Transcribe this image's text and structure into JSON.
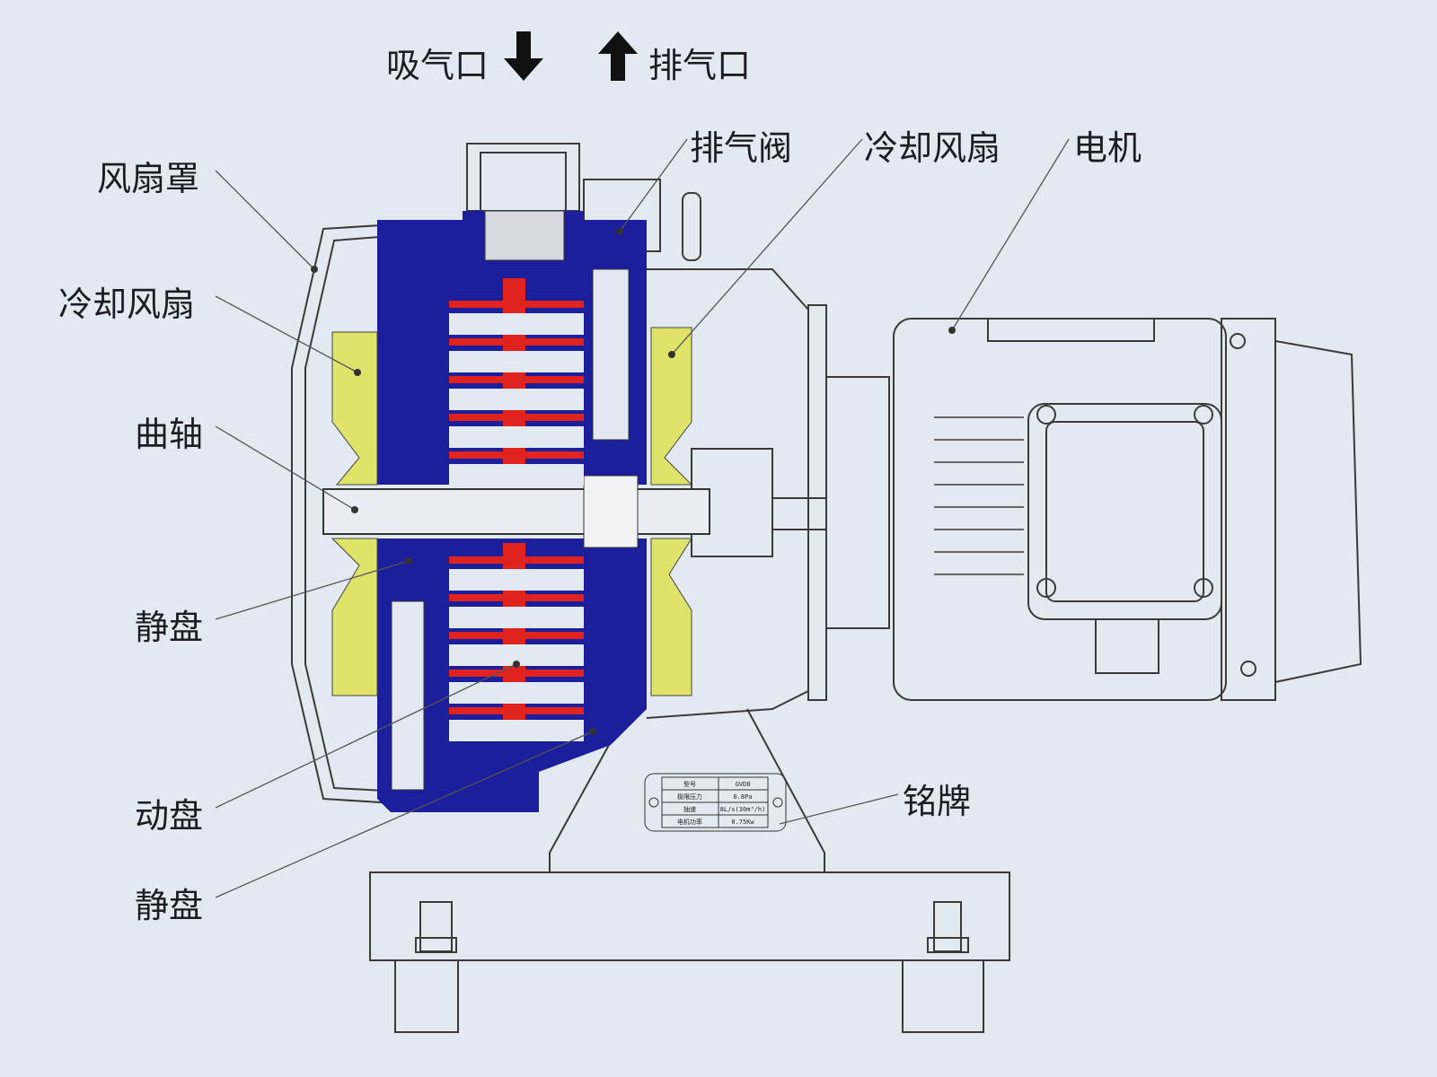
{
  "ports": {
    "inlet": "吸气口",
    "outlet": "排气口"
  },
  "labels": {
    "exhaust_valve": "排气阀",
    "cooling_fan_right": "冷却风扇",
    "motor": "电机",
    "fan_cover": "风扇罩",
    "cooling_fan_left": "冷却风扇",
    "crankshaft": "曲轴",
    "fixed_scroll_1": "静盘",
    "orbiting_scroll": "动盘",
    "fixed_scroll_2": "静盘",
    "nameplate": "铭牌"
  },
  "nameplate": {
    "rows": [
      {
        "key": "型号",
        "value": "GVD8"
      },
      {
        "key": "极限压力",
        "value": "0.8Pa"
      },
      {
        "key": "抽速",
        "value": "8L/s(30m³/h)"
      },
      {
        "key": "电机功率",
        "value": "0.75Kw"
      }
    ]
  },
  "colors": {
    "housing": "#1b1f9c",
    "scroll": "#e0231f",
    "fan": "#dfe36a",
    "line": "#3a3a3a",
    "background": "#e3e9f1"
  }
}
